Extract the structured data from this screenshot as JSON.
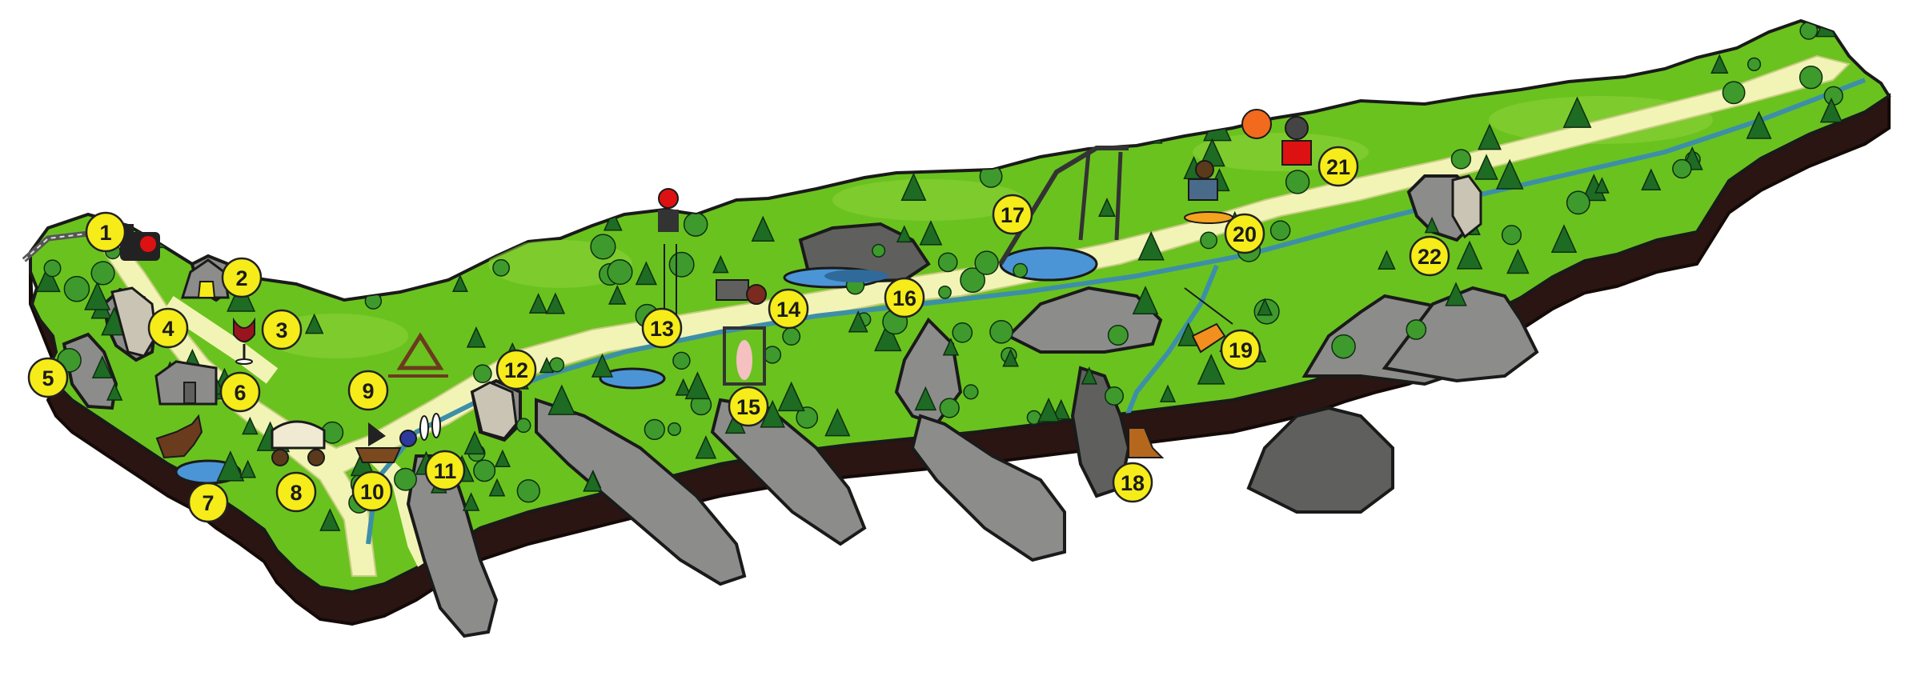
{
  "map": {
    "colors": {
      "base": "#2a1512",
      "base_edge": "#140a08",
      "grass": "#6ac21f",
      "grass_light": "#8ed43a",
      "path": "#f2f4b5",
      "river": "#3d8fa8",
      "water": "#4b95d6",
      "rock": "#8c8c8a",
      "rock_dark": "#5f5f5e",
      "tree": "#1e6b24",
      "tree_light": "#3e9a2c",
      "marker": "#f5ec1a"
    },
    "markers": [
      {
        "id": "1",
        "label": "1",
        "icon": "steam-train-icon"
      },
      {
        "id": "2",
        "label": "2",
        "icon": "mine-tunnel-icon"
      },
      {
        "id": "3",
        "label": "3",
        "icon": "wine-glass-icon"
      },
      {
        "id": "4",
        "label": "4",
        "icon": "climbing-wall-icon"
      },
      {
        "id": "5",
        "label": "5",
        "icon": "rock-climber-icon"
      },
      {
        "id": "6",
        "label": "6",
        "icon": "cabin-icon"
      },
      {
        "id": "7",
        "label": "7",
        "icon": "pond-icon"
      },
      {
        "id": "8",
        "label": "8",
        "icon": "covered-wagon-icon"
      },
      {
        "id": "9",
        "label": "9",
        "icon": "ropes-tower-icon"
      },
      {
        "id": "10",
        "label": "10",
        "icon": "pirate-ship-icon"
      },
      {
        "id": "11",
        "label": "11",
        "icon": "bowling-pins-icon"
      },
      {
        "id": "12",
        "label": "12",
        "icon": "climbing-hold-icon"
      },
      {
        "id": "13",
        "label": "13",
        "icon": "bungee-jumper-icon"
      },
      {
        "id": "14",
        "label": "14",
        "icon": "obstacle-course-icon"
      },
      {
        "id": "15",
        "label": "15",
        "icon": "cage-icon"
      },
      {
        "id": "16",
        "label": "16",
        "icon": "cave-lake-icon"
      },
      {
        "id": "17",
        "label": "17",
        "icon": "water-slide-icon"
      },
      {
        "id": "18",
        "label": "18",
        "icon": "hiking-boot-icon"
      },
      {
        "id": "19",
        "label": "19",
        "icon": "zipline-rider-icon"
      },
      {
        "id": "20",
        "label": "20",
        "icon": "skateboarder-icon"
      },
      {
        "id": "21",
        "label": "21",
        "icon": "paintball-icon"
      },
      {
        "id": "22",
        "label": "22",
        "icon": "climbing-hold-icon"
      }
    ]
  }
}
